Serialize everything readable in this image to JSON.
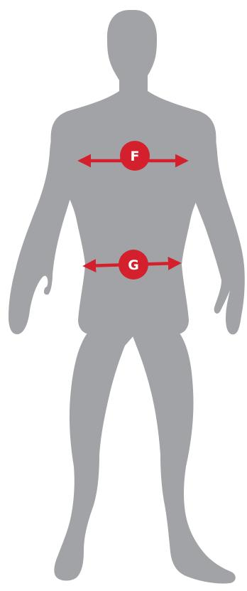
{
  "colors": {
    "background": "#ffffff",
    "silhouette": "#a2a3a6",
    "accent": "#d4202c",
    "label_text": "#ffffff"
  },
  "markers": {
    "f": {
      "label": "F",
      "measurement": "chest"
    },
    "g": {
      "label": "G",
      "measurement": "waist"
    }
  }
}
